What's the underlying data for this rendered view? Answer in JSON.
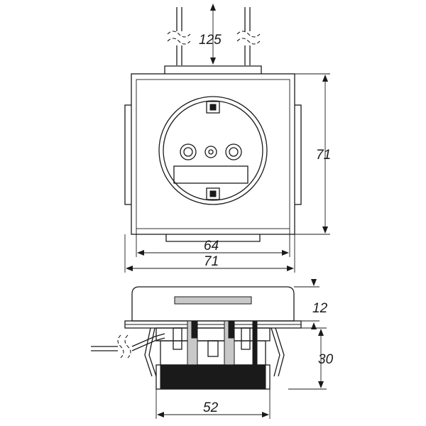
{
  "dimensions": {
    "wire_spacing": "125",
    "frame_height": "71",
    "inner_width": "64",
    "frame_width": "71",
    "cover_depth": "12",
    "mounting_depth": "30",
    "insert_width": "52"
  },
  "colors": {
    "line": "#1a1a1a",
    "label_grey": "#c8c8c8",
    "background": "#ffffff"
  }
}
